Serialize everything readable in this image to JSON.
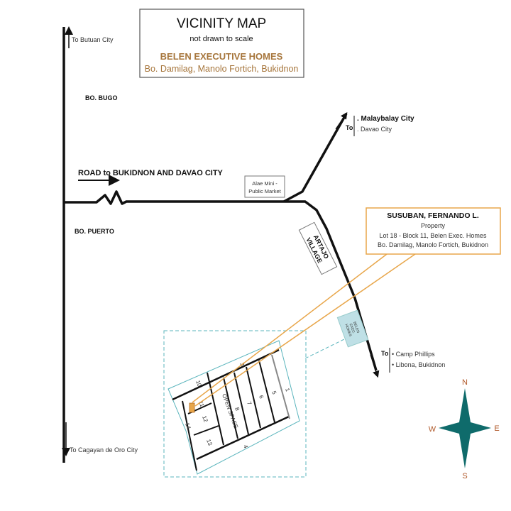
{
  "title_box": {
    "title": "VICINITY MAP",
    "subtitle": "not drawn to scale",
    "subdivision": "BELEN EXECUTIVE HOMES",
    "address": "Bo. Damilag, Manolo Fortich, Bukidnon"
  },
  "places": {
    "north": "To Butuan  City",
    "south": "To  Cagayan de Oro City",
    "bo_bugo": "BO. BUGO",
    "bo_puerto": "BO. PUERTO",
    "road_label": "ROAD to BUKIDNON AND DAVAO CITY",
    "market_line1": "Alae Mini -",
    "market_line2": "Public Market",
    "artajo_line1": "ARTAJO",
    "artajo_line2": "VILLAGE",
    "belen_line1": "BELEN",
    "belen_line2": "EXEC.",
    "belen_line3": "HOMES",
    "ne_to": "To",
    "ne_dest1": ". Malaybalay City",
    "ne_dest2": ". Davao City",
    "se_to": "To",
    "se_dest1": "• Camp Phillips",
    "se_dest2": "• Libona, Bukidnon"
  },
  "property": {
    "owner": "SUSUBAN, FERNANDO L.",
    "type": "Property",
    "lot": "Lot 18 - Block 11, Belen Exec. Homes",
    "address": "Bo. Damilag, Manolo Fortich, Bukidnon"
  },
  "lots": {
    "l1": "1",
    "l3": "3",
    "l4": "4",
    "l5": "5",
    "l6": "6",
    "l7": "7",
    "l8": "8",
    "l10": "10",
    "l11": "11",
    "l12": "12",
    "l13": "13",
    "l14": "14",
    "open_space": "OPEN SPACE"
  },
  "compass": {
    "n": "N",
    "s": "S",
    "e": "E",
    "w": "W"
  },
  "colors": {
    "accent_orange": "#e8a64a",
    "compass": "#0f6b6b",
    "detail_box": "#5bb5bd",
    "belen_fill": "#bfe0e6",
    "brown": "#a6753b"
  }
}
